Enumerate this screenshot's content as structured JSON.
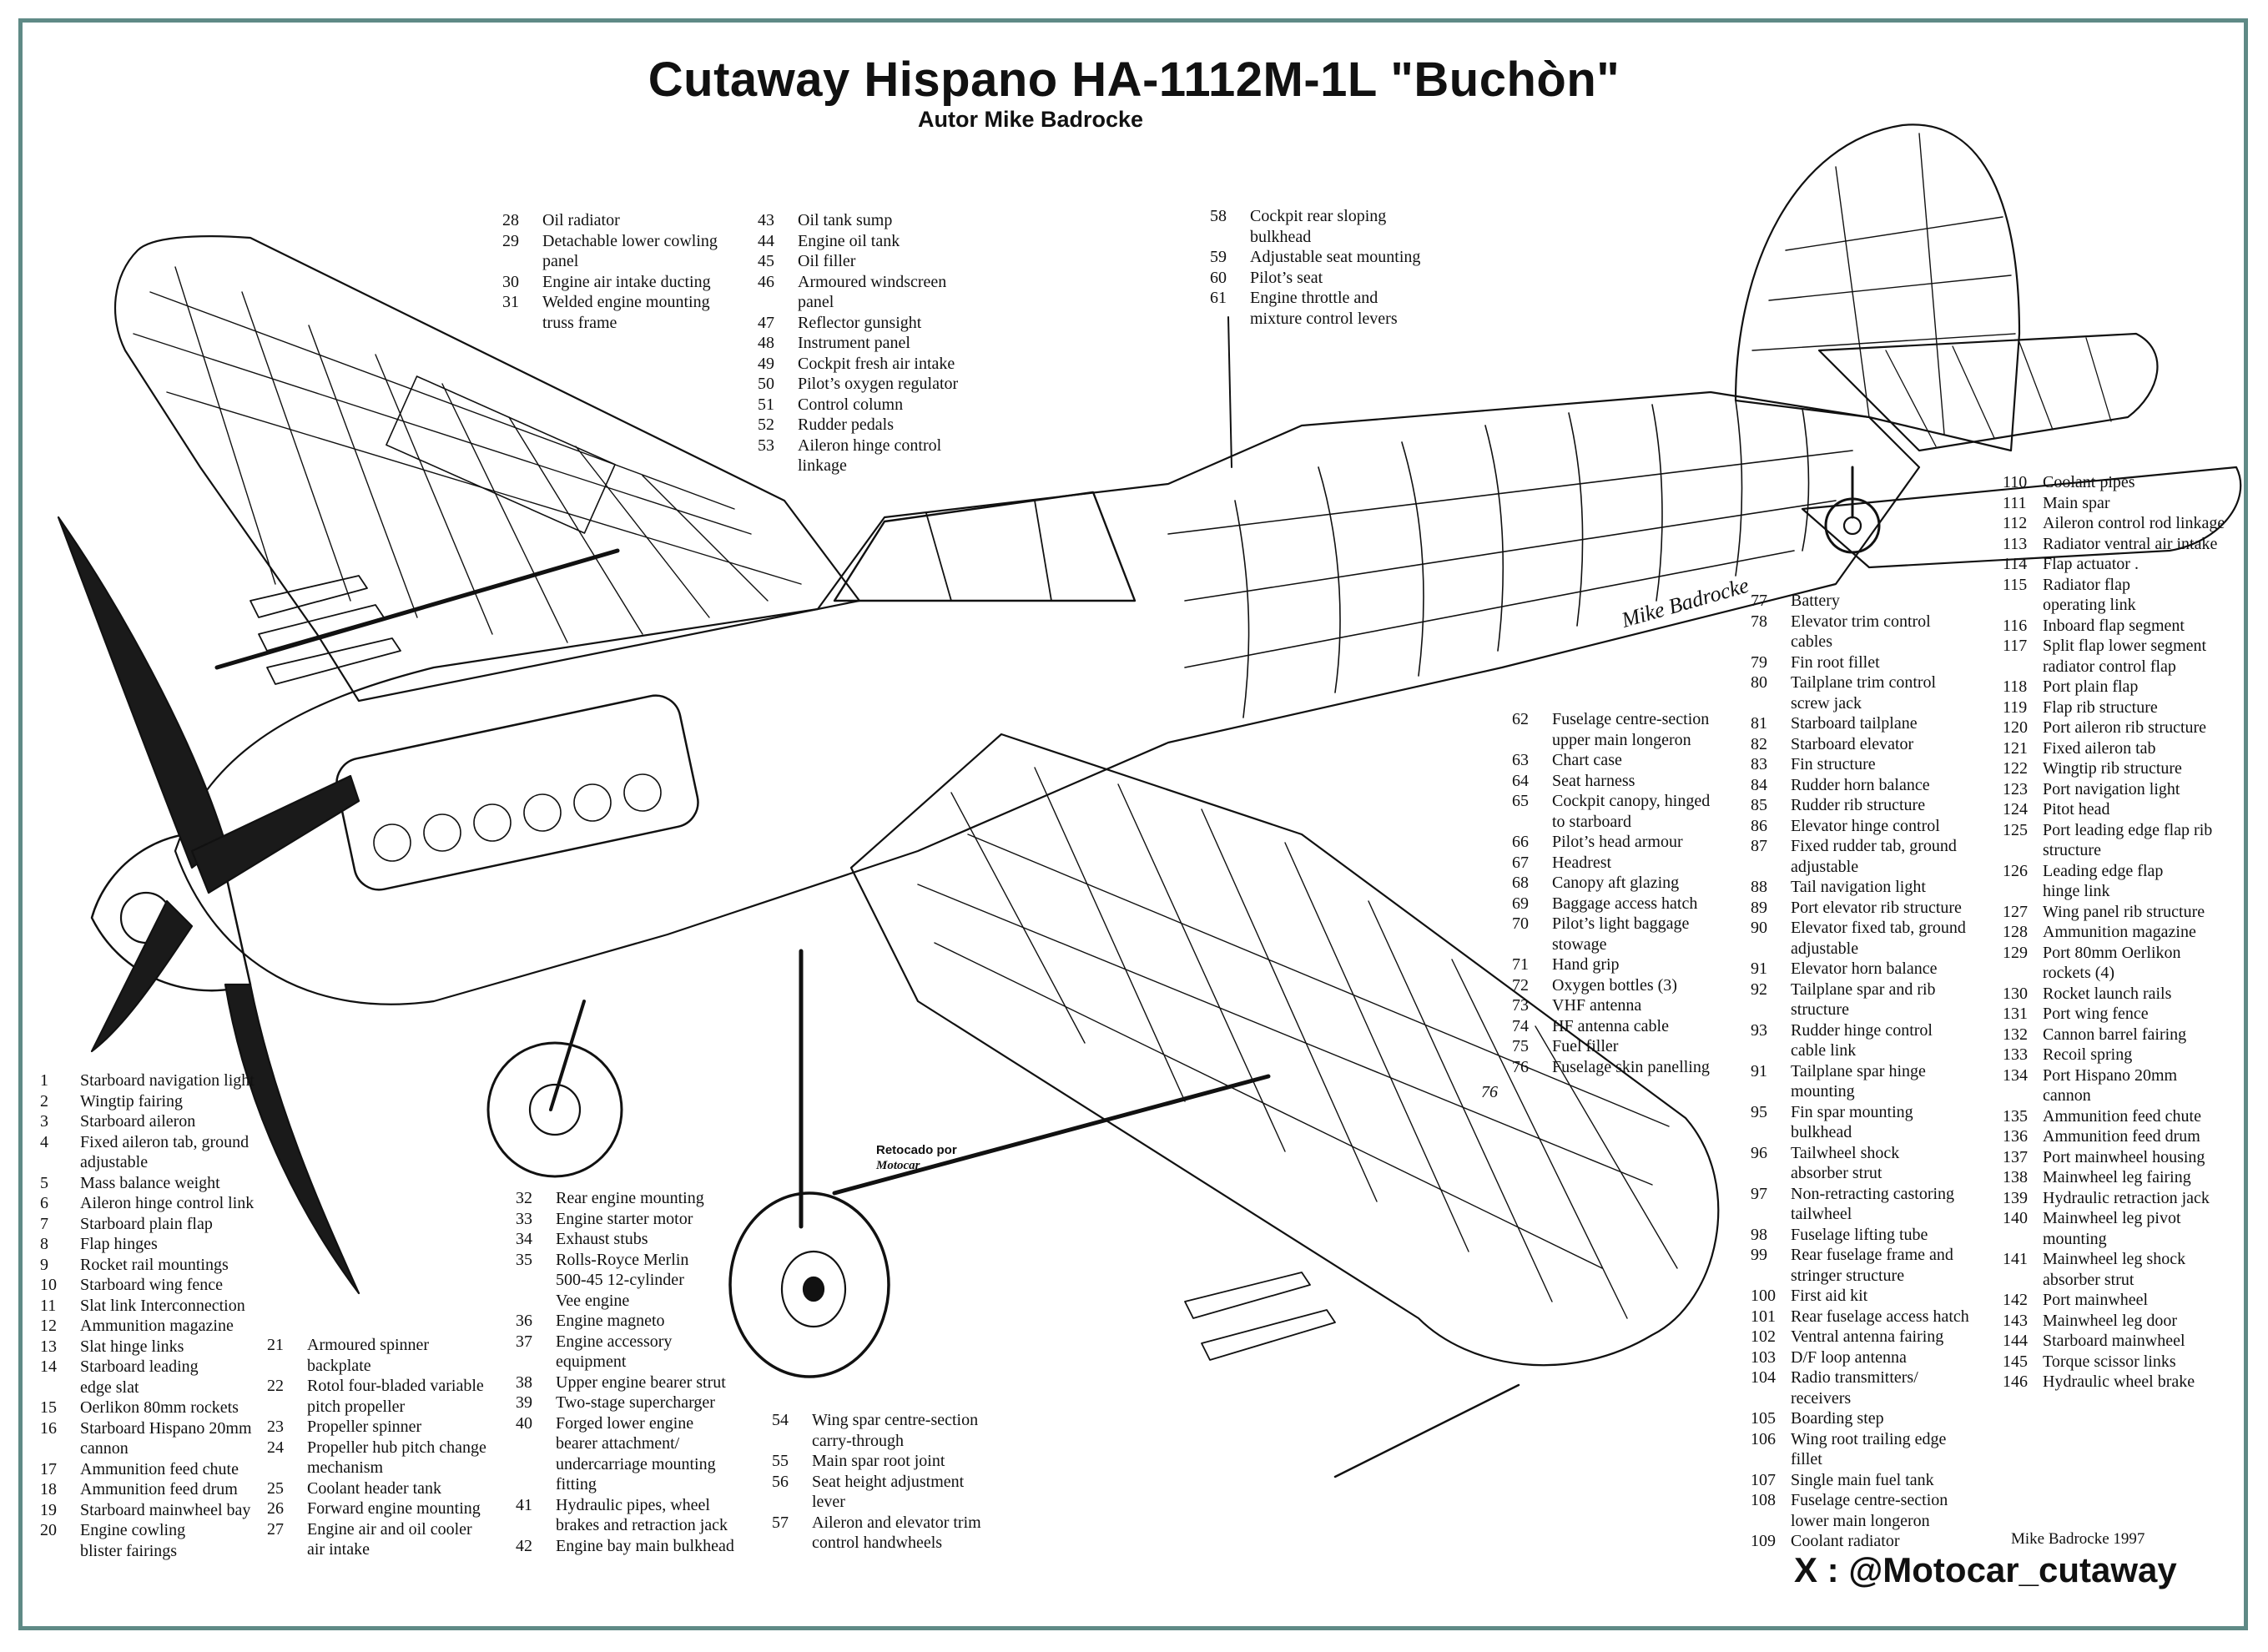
{
  "title": "Cutaway Hispano HA-1112M-1L \"Buchòn\"",
  "subtitle": "Autor Mike Badrocke",
  "handle": "X  : @Motocar_cutaway",
  "artist_signature": "Mike Badrocke 1997",
  "drawing_signature": "Mike Badrocke",
  "retouch_credit": {
    "label": "Retocado por",
    "name": "Motocar"
  },
  "callout_76": "76",
  "frame_color": "#5f8a86",
  "legends": {
    "g1": [
      {
        "n": "1",
        "t": "Starboard navigation light"
      },
      {
        "n": "2",
        "t": "Wingtip fairing"
      },
      {
        "n": "3",
        "t": "Starboard aileron"
      },
      {
        "n": "4",
        "t": "Fixed aileron tab, ground"
      },
      {
        "n": "",
        "t": "adjustable"
      },
      {
        "n": "5",
        "t": "Mass balance weight"
      },
      {
        "n": "6",
        "t": "Aileron hinge control link"
      },
      {
        "n": "7",
        "t": "Starboard plain flap"
      },
      {
        "n": "8",
        "t": "Flap hinges"
      },
      {
        "n": "9",
        "t": "Rocket rail mountings"
      },
      {
        "n": "10",
        "t": "Starboard wing fence"
      },
      {
        "n": "11",
        "t": "Slat link Interconnection"
      },
      {
        "n": "12",
        "t": "Ammunition magazine"
      },
      {
        "n": "13",
        "t": "Slat hinge links"
      },
      {
        "n": "14",
        "t": "Starboard leading"
      },
      {
        "n": "",
        "t": "edge slat"
      },
      {
        "n": "15",
        "t": "Oerlikon 80mm rockets"
      },
      {
        "n": "16",
        "t": "Starboard Hispano 20mm"
      },
      {
        "n": "",
        "t": "cannon"
      },
      {
        "n": "17",
        "t": "Ammunition feed chute"
      },
      {
        "n": "18",
        "t": "Ammunition feed drum"
      },
      {
        "n": "19",
        "t": "Starboard mainwheel bay"
      },
      {
        "n": "20",
        "t": "Engine cowling"
      },
      {
        "n": "",
        "t": "blister fairings"
      }
    ],
    "g2": [
      {
        "n": "21",
        "t": "Armoured spinner"
      },
      {
        "n": "",
        "t": "backplate"
      },
      {
        "n": "22",
        "t": "Rotol four-bladed variable"
      },
      {
        "n": "",
        "t": "pitch propeller"
      },
      {
        "n": "23",
        "t": "Propeller spinner"
      },
      {
        "n": "24",
        "t": "Propeller hub pitch change"
      },
      {
        "n": "",
        "t": "mechanism"
      },
      {
        "n": "25",
        "t": "Coolant header tank"
      },
      {
        "n": "26",
        "t": "Forward engine mounting"
      },
      {
        "n": "27",
        "t": "Engine air and oil cooler"
      },
      {
        "n": "",
        "t": "air intake"
      }
    ],
    "g3": [
      {
        "n": "28",
        "t": "Oil radiator"
      },
      {
        "n": "29",
        "t": "Detachable lower cowling"
      },
      {
        "n": "",
        "t": "panel"
      },
      {
        "n": "30",
        "t": "Engine air intake ducting"
      },
      {
        "n": "31",
        "t": "Welded engine mounting"
      },
      {
        "n": "",
        "t": "truss frame"
      }
    ],
    "g4": [
      {
        "n": "32",
        "t": "Rear engine mounting"
      },
      {
        "n": "33",
        "t": "Engine starter motor"
      },
      {
        "n": "34",
        "t": "Exhaust stubs"
      },
      {
        "n": "35",
        "t": "Rolls-Royce Merlin"
      },
      {
        "n": "",
        "t": "500-45 12-cylinder"
      },
      {
        "n": "",
        "t": "Vee engine"
      },
      {
        "n": "36",
        "t": "Engine magneto"
      },
      {
        "n": "37",
        "t": "Engine accessory"
      },
      {
        "n": "",
        "t": "equipment"
      },
      {
        "n": "38",
        "t": "Upper engine bearer strut"
      },
      {
        "n": "39",
        "t": "Two-stage supercharger"
      },
      {
        "n": "40",
        "t": "Forged lower engine"
      },
      {
        "n": "",
        "t": "bearer attachment/"
      },
      {
        "n": "",
        "t": "undercarriage mounting"
      },
      {
        "n": "",
        "t": "fitting"
      },
      {
        "n": "41",
        "t": "Hydraulic pipes, wheel"
      },
      {
        "n": "",
        "t": "brakes and retraction jack"
      },
      {
        "n": "42",
        "t": "Engine bay main bulkhead"
      }
    ],
    "g5": [
      {
        "n": "43",
        "t": "Oil tank sump"
      },
      {
        "n": "44",
        "t": "Engine oil tank"
      },
      {
        "n": "45",
        "t": "Oil filler"
      },
      {
        "n": "46",
        "t": "Armoured windscreen"
      },
      {
        "n": "",
        "t": "panel"
      },
      {
        "n": "47",
        "t": "Reflector gunsight"
      },
      {
        "n": "48",
        "t": "Instrument panel"
      },
      {
        "n": "49",
        "t": "Cockpit fresh air intake"
      },
      {
        "n": "50",
        "t": "Pilot’s oxygen regulator"
      },
      {
        "n": "51",
        "t": "Control column"
      },
      {
        "n": "52",
        "t": "Rudder pedals"
      },
      {
        "n": "53",
        "t": "Aileron hinge control"
      },
      {
        "n": "",
        "t": "linkage"
      }
    ],
    "g6": [
      {
        "n": "54",
        "t": "Wing spar centre-section"
      },
      {
        "n": "",
        "t": "carry-through"
      },
      {
        "n": "55",
        "t": "Main spar root joint"
      },
      {
        "n": "56",
        "t": "Seat height adjustment"
      },
      {
        "n": "",
        "t": "lever"
      },
      {
        "n": "57",
        "t": "Aileron and elevator trim"
      },
      {
        "n": "",
        "t": "control handwheels"
      }
    ],
    "g7": [
      {
        "n": "58",
        "t": "Cockpit rear sloping"
      },
      {
        "n": "",
        "t": "bulkhead"
      },
      {
        "n": "59",
        "t": "Adjustable seat mounting"
      },
      {
        "n": "60",
        "t": "Pilot’s seat"
      },
      {
        "n": "61",
        "t": "Engine throttle and"
      },
      {
        "n": "",
        "t": "mixture control levers"
      }
    ],
    "g8": [
      {
        "n": "62",
        "t": "Fuselage centre-section"
      },
      {
        "n": "",
        "t": "upper main longeron"
      },
      {
        "n": "63",
        "t": "Chart case"
      },
      {
        "n": "64",
        "t": "Seat harness"
      },
      {
        "n": "65",
        "t": "Cockpit canopy, hinged"
      },
      {
        "n": "",
        "t": "to starboard"
      },
      {
        "n": "66",
        "t": "Pilot’s head armour"
      },
      {
        "n": "67",
        "t": "Headrest"
      },
      {
        "n": "68",
        "t": "Canopy aft glazing"
      },
      {
        "n": "69",
        "t": "Baggage access hatch"
      },
      {
        "n": "70",
        "t": "Pilot’s light baggage"
      },
      {
        "n": "",
        "t": "stowage"
      },
      {
        "n": "71",
        "t": "Hand grip"
      },
      {
        "n": "72",
        "t": "Oxygen bottles (3)"
      },
      {
        "n": "73",
        "t": "VHF antenna"
      },
      {
        "n": "74",
        "t": "HF antenna cable"
      },
      {
        "n": "75",
        "t": "Fuel filler"
      },
      {
        "n": "76",
        "t": "Fuselage skin panelling"
      }
    ],
    "g9": [
      {
        "n": "77",
        "t": "Battery"
      },
      {
        "n": "78",
        "t": "Elevator trim control"
      },
      {
        "n": "",
        "t": "cables"
      },
      {
        "n": "79",
        "t": "Fin root fillet"
      },
      {
        "n": "80",
        "t": "Tailplane trim control"
      },
      {
        "n": "",
        "t": "screw jack"
      },
      {
        "n": "81",
        "t": "Starboard tailplane"
      },
      {
        "n": "82",
        "t": "Starboard elevator"
      },
      {
        "n": "83",
        "t": "Fin structure"
      },
      {
        "n": "84",
        "t": "Rudder horn balance"
      },
      {
        "n": "85",
        "t": "Rudder rib structure"
      },
      {
        "n": "86",
        "t": "Elevator hinge control"
      },
      {
        "n": "87",
        "t": "Fixed rudder tab, ground"
      },
      {
        "n": "",
        "t": "adjustable"
      },
      {
        "n": "88",
        "t": "Tail navigation light"
      },
      {
        "n": "89",
        "t": "Port elevator rib structure"
      },
      {
        "n": "90",
        "t": "Elevator fixed tab, ground"
      },
      {
        "n": "",
        "t": "adjustable"
      },
      {
        "n": "91",
        "t": "Elevator horn balance"
      },
      {
        "n": "92",
        "t": "Tailplane spar and rib"
      },
      {
        "n": "",
        "t": "structure"
      },
      {
        "n": "93",
        "t": "Rudder hinge control"
      },
      {
        "n": "",
        "t": "cable link"
      },
      {
        "n": "91",
        "t": "Tailplane spar hinge"
      },
      {
        "n": "",
        "t": "mounting"
      },
      {
        "n": "95",
        "t": "Fin spar mounting"
      },
      {
        "n": "",
        "t": "bulkhead"
      },
      {
        "n": "96",
        "t": "Tailwheel shock"
      },
      {
        "n": "",
        "t": "absorber strut"
      },
      {
        "n": "97",
        "t": "Non-retracting castoring"
      },
      {
        "n": "",
        "t": "tailwheel"
      },
      {
        "n": "98",
        "t": "Fuselage lifting tube"
      },
      {
        "n": "99",
        "t": "Rear fuselage frame and"
      },
      {
        "n": "",
        "t": "stringer structure"
      },
      {
        "n": "100",
        "t": "First aid kit"
      },
      {
        "n": "101",
        "t": "Rear fuselage access hatch"
      },
      {
        "n": "102",
        "t": "Ventral antenna fairing"
      },
      {
        "n": "103",
        "t": "D/F loop antenna"
      },
      {
        "n": "104",
        "t": "Radio transmitters/"
      },
      {
        "n": "",
        "t": "receivers"
      },
      {
        "n": "105",
        "t": "Boarding step"
      },
      {
        "n": "106",
        "t": "Wing root trailing edge"
      },
      {
        "n": "",
        "t": "fillet"
      },
      {
        "n": "107",
        "t": "Single main fuel tank"
      },
      {
        "n": "108",
        "t": "Fuselage centre-section"
      },
      {
        "n": "",
        "t": "lower main longeron"
      },
      {
        "n": "109",
        "t": "Coolant radiator"
      }
    ],
    "g10": [
      {
        "n": "110",
        "t": "Coolant pipes"
      },
      {
        "n": "111",
        "t": "Main spar"
      },
      {
        "n": "112",
        "t": "Aileron control rod linkage"
      },
      {
        "n": "113",
        "t": "Radiator ventral air intake"
      },
      {
        "n": "114",
        "t": "Flap actuator ."
      },
      {
        "n": "115",
        "t": "Radiator flap"
      },
      {
        "n": "",
        "t": "operating link"
      },
      {
        "n": "116",
        "t": "Inboard flap segment"
      },
      {
        "n": "117",
        "t": "Split flap lower segment"
      },
      {
        "n": "",
        "t": "radiator control flap"
      },
      {
        "n": "118",
        "t": "Port plain flap"
      },
      {
        "n": "119",
        "t": "Flap rib structure"
      },
      {
        "n": "120",
        "t": "Port aileron rib structure"
      },
      {
        "n": "121",
        "t": "Fixed aileron tab"
      },
      {
        "n": "122",
        "t": "Wingtip rib structure"
      },
      {
        "n": "123",
        "t": "Port navigation light"
      },
      {
        "n": "124",
        "t": "Pitot head"
      },
      {
        "n": "125",
        "t": "Port leading edge flap rib"
      },
      {
        "n": "",
        "t": "structure"
      },
      {
        "n": "126",
        "t": "Leading edge flap"
      },
      {
        "n": "",
        "t": "hinge link"
      },
      {
        "n": "127",
        "t": "Wing panel rib structure"
      },
      {
        "n": "128",
        "t": "Ammunition magazine"
      },
      {
        "n": "129",
        "t": "Port 80mm Oerlikon"
      },
      {
        "n": "",
        "t": "rockets (4)"
      },
      {
        "n": "130",
        "t": "Rocket launch rails"
      },
      {
        "n": "131",
        "t": "Port wing fence"
      },
      {
        "n": "132",
        "t": "Cannon barrel fairing"
      },
      {
        "n": "133",
        "t": "Recoil spring"
      },
      {
        "n": "134",
        "t": "Port Hispano 20mm"
      },
      {
        "n": "",
        "t": "cannon"
      },
      {
        "n": "135",
        "t": "Ammunition feed chute"
      },
      {
        "n": "136",
        "t": "Ammunition feed drum"
      },
      {
        "n": "137",
        "t": "Port mainwheel housing"
      },
      {
        "n": "138",
        "t": "Mainwheel leg fairing"
      },
      {
        "n": "139",
        "t": "Hydraulic retraction jack"
      },
      {
        "n": "140",
        "t": "Mainwheel leg pivot"
      },
      {
        "n": "",
        "t": "mounting"
      },
      {
        "n": "141",
        "t": "Mainwheel leg shock"
      },
      {
        "n": "",
        "t": "absorber strut"
      },
      {
        "n": "142",
        "t": "Port mainwheel"
      },
      {
        "n": "143",
        "t": "Mainwheel leg door"
      },
      {
        "n": "144",
        "t": "Starboard mainwheel"
      },
      {
        "n": "145",
        "t": "Torque scissor links"
      },
      {
        "n": "146",
        "t": "Hydraulic wheel brake"
      }
    ]
  }
}
